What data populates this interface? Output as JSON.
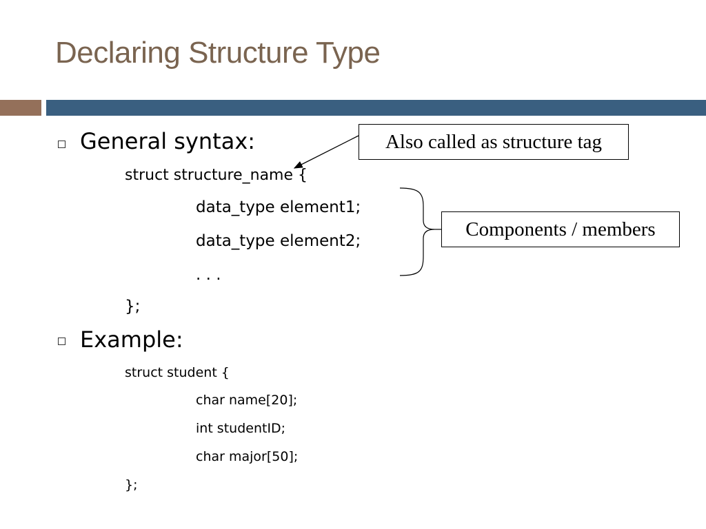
{
  "title": "Declaring Structure Type",
  "syntax": {
    "heading": "General syntax:",
    "line1": "struct structure_name {",
    "line2": "data_type element1;",
    "line3": "data_type element2;",
    "line4": ". . .",
    "line5": "};"
  },
  "example": {
    "heading": "Example:",
    "line1": "struct student {",
    "line2": "char name[20];",
    "line3": "int studentID;",
    "line4": "char major[50];",
    "line5": "};"
  },
  "callouts": {
    "tag": "Also called as structure tag",
    "members": "Components / members"
  },
  "colors": {
    "title": "#7a6450",
    "bar_left": "#94705a",
    "bar_right": "#3a5f80"
  }
}
